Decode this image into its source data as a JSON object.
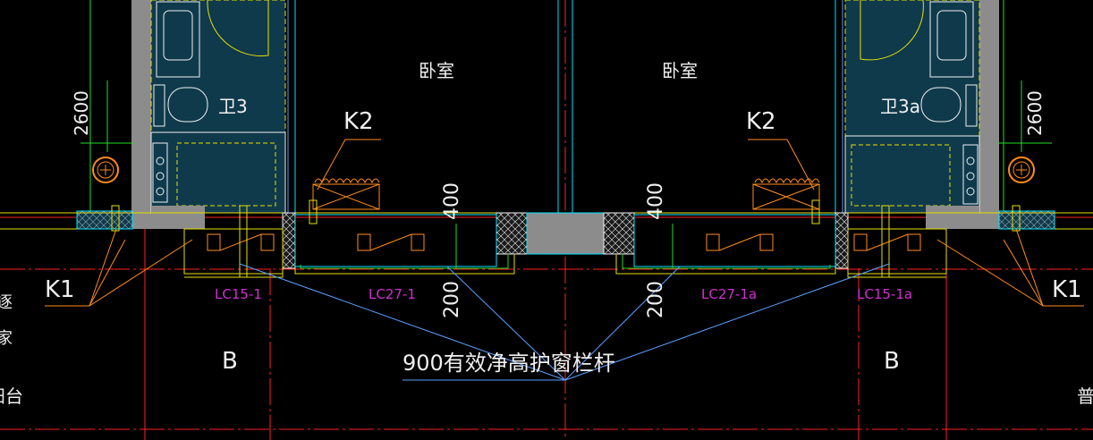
{
  "rooms": {
    "bedroom_left": "卧室",
    "bedroom_right": "卧室",
    "toilet_left": "卫3",
    "toilet_right": "卫3a"
  },
  "tags": {
    "k2_left": "K2",
    "k2_right": "K2",
    "k1_left": "K1",
    "k1_right": "K1",
    "b_left": "B",
    "b_right": "B"
  },
  "windows": {
    "lc15_1": "LC15-1",
    "lc27_1": "LC27-1",
    "lc27_1a": "LC27-1a",
    "lc15_1a": "LC15-1a"
  },
  "dimensions": {
    "h2600_left": "2600",
    "h2600_right": "2600",
    "d400_left": "400",
    "d400_right": "400",
    "d200_left": "200",
    "d200_right": "200"
  },
  "note": "900有效净高护窗栏杆",
  "edge_text": {
    "left_top": "逐",
    "left_mid": "家",
    "left_bottom": "阳台",
    "right_bottom": "普"
  },
  "colors": {
    "background": "#000000",
    "wall_gray": "#8c8c8c",
    "room_fill": "#0f3a4c",
    "cyan": "#00e5ff",
    "blue": "#5aa0ff",
    "yellow": "#e8e000",
    "green": "#22dd22",
    "red": "#ff2020",
    "magenta": "#d030d0",
    "orange": "#ff8c1a",
    "white": "#f0f0f0"
  }
}
